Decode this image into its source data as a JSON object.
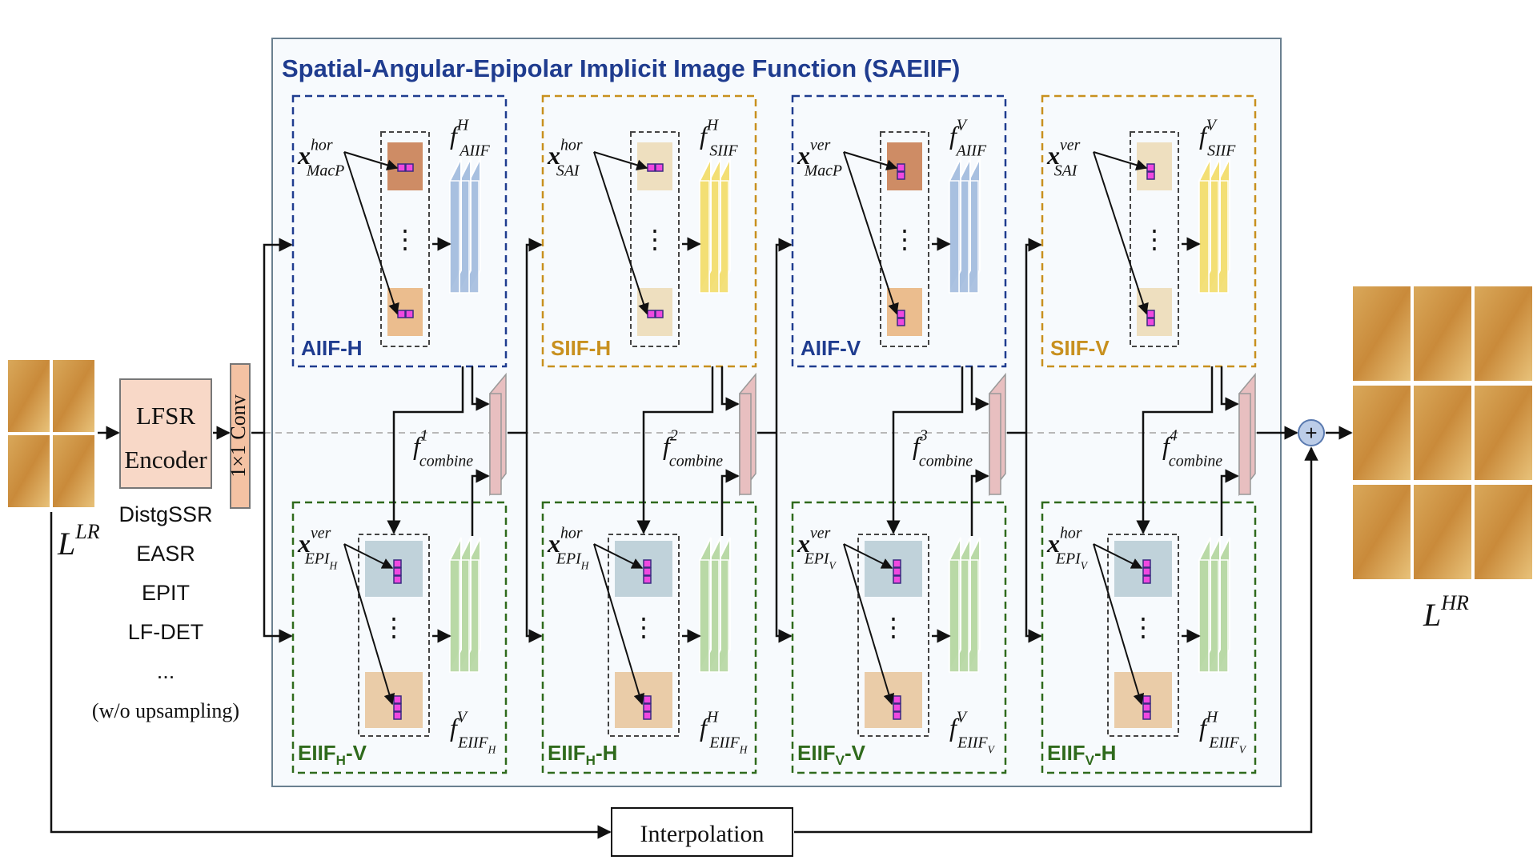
{
  "saeiif_title": "Spatial-Angular-Epipolar Implicit Image Function (SAEIIF)",
  "encoder": {
    "line1": "LFSR",
    "line2": "Encoder",
    "examples": [
      "DistgSSR",
      "EASR",
      "EPIT",
      "LF-DET",
      "...",
      "(w/o upsampling)"
    ]
  },
  "conv_label": "1×1 Conv",
  "input_label": {
    "base": "L",
    "sup": "LR"
  },
  "output_label": {
    "base": "L",
    "sup": "HR"
  },
  "interpolation_label": "Interpolation",
  "plus_symbol": "+",
  "colors": {
    "blue_dash": "#1f3c8f",
    "gold_dash": "#c8901e",
    "green_dash": "#2f6a1c",
    "panel_border": "#6a8090",
    "panel_fill": "#f7fafd",
    "feat_blue": "#a8c0e0",
    "feat_yellow": "#f3df74",
    "feat_green": "#b9d9a6",
    "combine_fill": "#e8bfc0",
    "encoder_fill": "#f8d8c7",
    "conv_fill": "#f4c2a3",
    "plus_fill": "#bccde8",
    "pointer_fill": "#f048e0",
    "pointer_stroke": "#3a2a80"
  },
  "top_modules": [
    {
      "name": "AIIF-H",
      "feat": {
        "base": "f",
        "sup": "H",
        "sub": "AIIF"
      },
      "coord": {
        "base": "x",
        "sup": "hor",
        "sub": "MacP"
      }
    },
    {
      "name": "SIIF-H",
      "feat": {
        "base": "f",
        "sup": "H",
        "sub": "SIIF"
      },
      "coord": {
        "base": "x",
        "sup": "hor",
        "sub": "SAI"
      }
    },
    {
      "name": "AIIF-V",
      "feat": {
        "base": "f",
        "sup": "V",
        "sub": "AIIF"
      },
      "coord": {
        "base": "x",
        "sup": "ver",
        "sub": "MacP"
      }
    },
    {
      "name": "SIIF-V",
      "feat": {
        "base": "f",
        "sup": "V",
        "sub": "SIIF"
      },
      "coord": {
        "base": "x",
        "sup": "ver",
        "sub": "SAI"
      }
    }
  ],
  "bottom_modules": [
    {
      "name_main": "EIIF",
      "name_sub": "H",
      "name_suffix": "-V",
      "feat": {
        "base": "f",
        "sup": "V",
        "sub": "EIIF",
        "subsub": "H"
      },
      "coord": {
        "base": "x",
        "sup": "ver",
        "sub": "EPI",
        "subsub": "H"
      }
    },
    {
      "name_main": "EIIF",
      "name_sub": "H",
      "name_suffix": "-H",
      "feat": {
        "base": "f",
        "sup": "H",
        "sub": "EIIF",
        "subsub": "H"
      },
      "coord": {
        "base": "x",
        "sup": "hor",
        "sub": "EPI",
        "subsub": "H"
      }
    },
    {
      "name_main": "EIIF",
      "name_sub": "V",
      "name_suffix": "-V",
      "feat": {
        "base": "f",
        "sup": "V",
        "sub": "EIIF",
        "subsub": "V"
      },
      "coord": {
        "base": "x",
        "sup": "ver",
        "sub": "EPI",
        "subsub": "V"
      }
    },
    {
      "name_main": "EIIF",
      "name_sub": "V",
      "name_suffix": "-H",
      "feat": {
        "base": "f",
        "sup": "H",
        "sub": "EIIF",
        "subsub": "V"
      },
      "coord": {
        "base": "x",
        "sup": "hor",
        "sub": "EPI",
        "subsub": "V"
      }
    }
  ],
  "combine": [
    {
      "base": "f",
      "sup": "1",
      "sub": "combine"
    },
    {
      "base": "f",
      "sup": "2",
      "sub": "combine"
    },
    {
      "base": "f",
      "sup": "3",
      "sub": "combine"
    },
    {
      "base": "f",
      "sup": "4",
      "sub": "combine"
    }
  ],
  "ellipsis": "⋮"
}
